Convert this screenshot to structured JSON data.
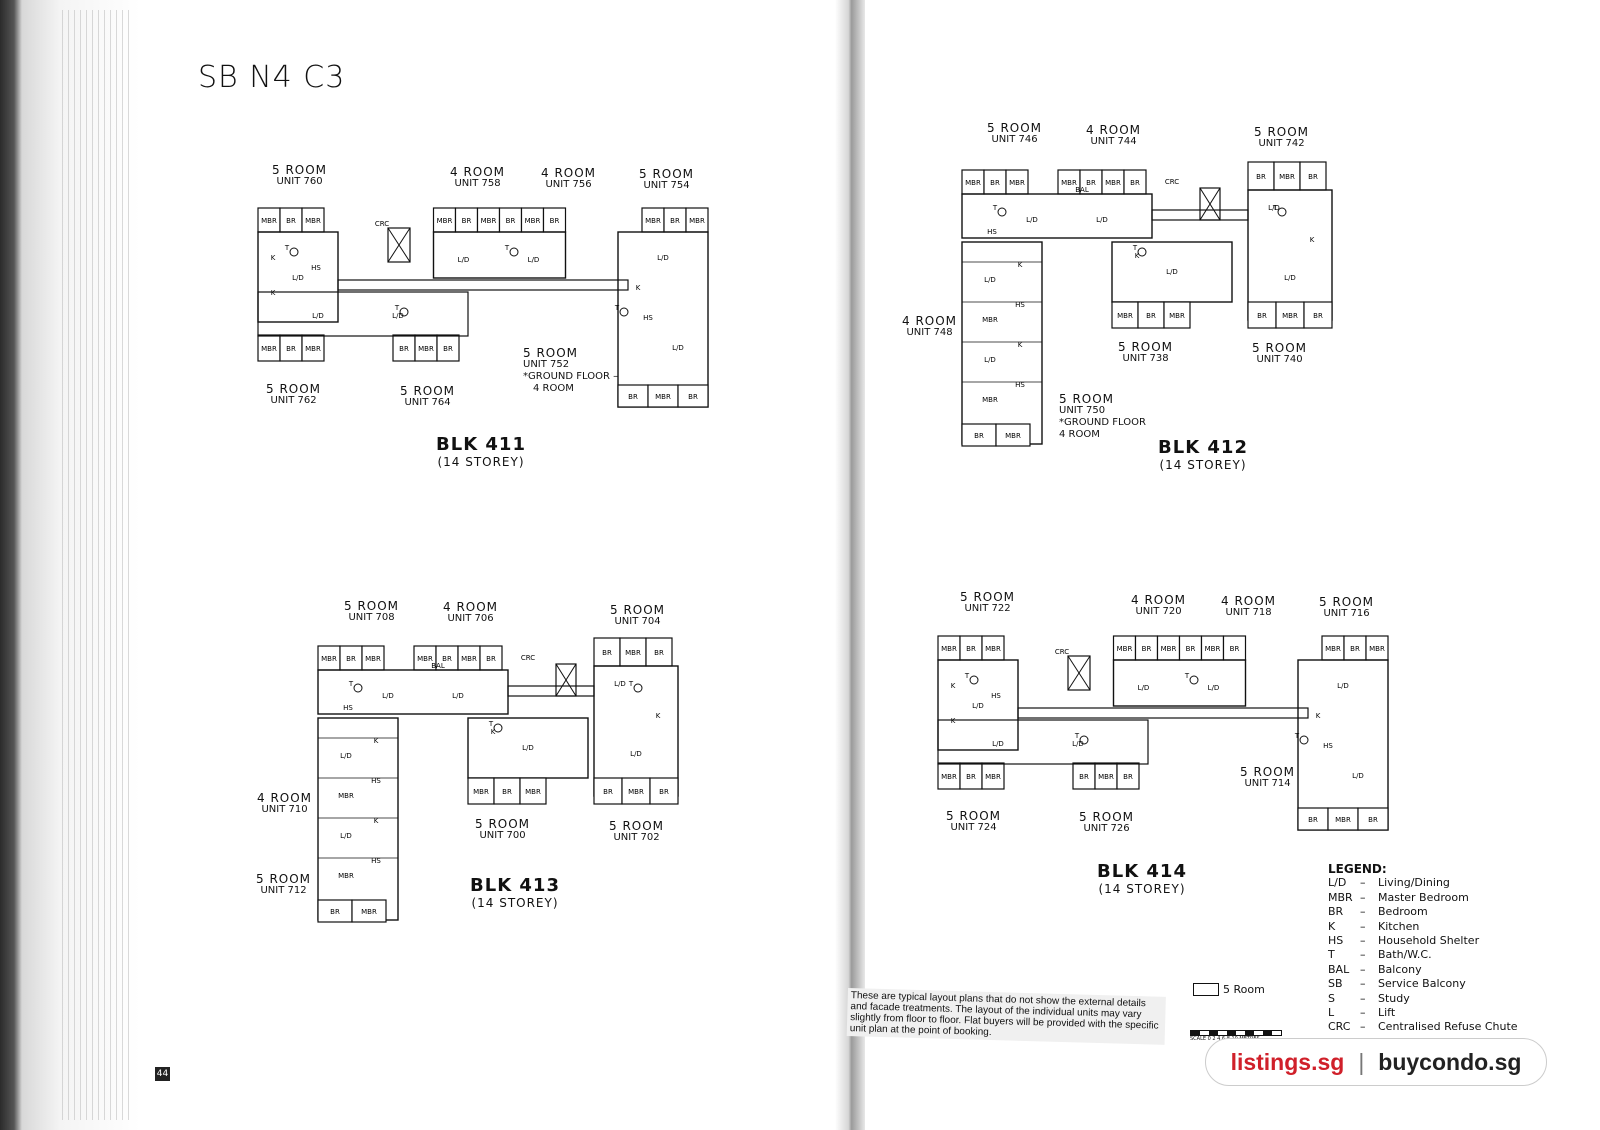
{
  "title": "SB N4 C3",
  "page_number": "44",
  "blocks": [
    {
      "name": "BLK 411",
      "storey": "(14 STOREY)",
      "units": [
        {
          "room": "5 ROOM",
          "unit": "UNIT 760"
        },
        {
          "room": "4 ROOM",
          "unit": "UNIT 758"
        },
        {
          "room": "4 ROOM",
          "unit": "UNIT 756"
        },
        {
          "room": "5 ROOM",
          "unit": "UNIT 754"
        },
        {
          "room": "5 ROOM",
          "unit": "UNIT 752",
          "note": "*GROUND FLOOR –",
          "note2": "4 ROOM"
        },
        {
          "room": "5 ROOM",
          "unit": "UNIT 762"
        },
        {
          "room": "5 ROOM",
          "unit": "UNIT 764"
        }
      ]
    },
    {
      "name": "BLK 412",
      "storey": "(14 STOREY)",
      "units": [
        {
          "room": "5 ROOM",
          "unit": "UNIT 746"
        },
        {
          "room": "4 ROOM",
          "unit": "UNIT 744"
        },
        {
          "room": "5 ROOM",
          "unit": "UNIT 742"
        },
        {
          "room": "4 ROOM",
          "unit": "UNIT 748"
        },
        {
          "room": "5 ROOM",
          "unit": "UNIT 738"
        },
        {
          "room": "5 ROOM",
          "unit": "UNIT 740"
        },
        {
          "room": "5 ROOM",
          "unit": "UNIT 750",
          "note": "*GROUND FLOOR",
          "note2": "4 ROOM"
        }
      ]
    },
    {
      "name": "BLK 413",
      "storey": "(14 STOREY)",
      "units": [
        {
          "room": "5 ROOM",
          "unit": "UNIT 708"
        },
        {
          "room": "4 ROOM",
          "unit": "UNIT 706"
        },
        {
          "room": "5 ROOM",
          "unit": "UNIT 704"
        },
        {
          "room": "4 ROOM",
          "unit": "UNIT 710"
        },
        {
          "room": "5 ROOM",
          "unit": "UNIT 700"
        },
        {
          "room": "5 ROOM",
          "unit": "UNIT 702"
        },
        {
          "room": "5 ROOM",
          "unit": "UNIT 712"
        }
      ]
    },
    {
      "name": "BLK 414",
      "storey": "(14 STOREY)",
      "units": [
        {
          "room": "5 ROOM",
          "unit": "UNIT 722"
        },
        {
          "room": "4 ROOM",
          "unit": "UNIT 720"
        },
        {
          "room": "4 ROOM",
          "unit": "UNIT 718"
        },
        {
          "room": "5 ROOM",
          "unit": "UNIT 716"
        },
        {
          "room": "5 ROOM",
          "unit": "UNIT 714"
        },
        {
          "room": "5 ROOM",
          "unit": "UNIT 724"
        },
        {
          "room": "5 ROOM",
          "unit": "UNIT 726"
        }
      ]
    }
  ],
  "room_codes": [
    "MBR",
    "BR",
    "K",
    "HS",
    "L/D",
    "BAL",
    "CRC",
    "T"
  ],
  "legend": {
    "heading": "LEGEND:",
    "items": [
      {
        "code": "L/D",
        "label": "Living/Dining"
      },
      {
        "code": "MBR",
        "label": "Master Bedroom"
      },
      {
        "code": "BR",
        "label": "Bedroom"
      },
      {
        "code": "K",
        "label": "Kitchen"
      },
      {
        "code": "HS",
        "label": "Household Shelter"
      },
      {
        "code": "T",
        "label": "Bath/W.C."
      },
      {
        "code": "BAL",
        "label": "Balcony"
      },
      {
        "code": "SB",
        "label": "Service Balcony"
      },
      {
        "code": "S",
        "label": "Study"
      },
      {
        "code": "L",
        "label": "Lift"
      },
      {
        "code": "CRC",
        "label": "Centralised Refuse Chute"
      }
    ],
    "dash": "–"
  },
  "key_5room": "5 Room",
  "scale_label": "SCALE 0 2 4 6 8 10 METRES",
  "note": "These are typical layout plans that do not show the external details and facade treatments. The layout of the individual units may vary slightly from floor to floor. Flat buyers will be provided with the specific unit plan at the point of booking.",
  "watermark": {
    "left": "listings.sg",
    "separator": "|",
    "right": "buycondo.sg"
  }
}
